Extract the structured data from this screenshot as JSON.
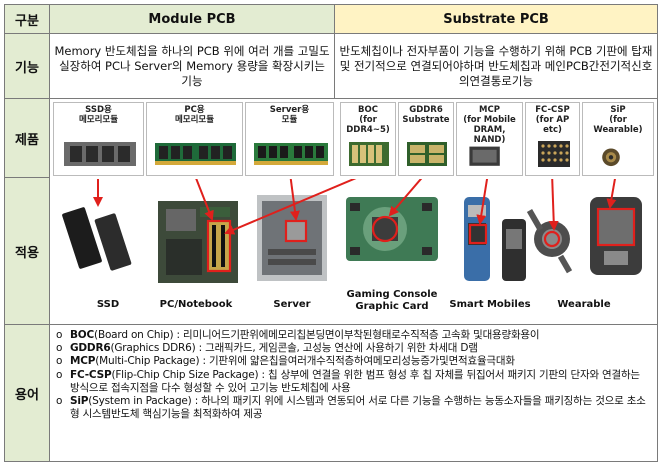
{
  "header": {
    "col0": "구분",
    "module": "Module PCB",
    "substrate": "Substrate PCB"
  },
  "rows": {
    "function_label": "기능",
    "product_label": "제품",
    "application_label": "적용",
    "terms_label": "용어"
  },
  "function": {
    "module_text": "Memory 반도체칩을 하나의 PCB 위에 여러 개를 고밀도 실장하여 PC나 Server의 Memory 용량을 확장시키는 기능",
    "substrate_text": "반도체칩이나 전자부품이 기능을 수행하기 위해 PCB 기판에 탑재 및 전기적으로 연결되어야하며 반도체칩과 메인PCB간전기적신호의연결통로기능"
  },
  "products": [
    {
      "label": "SSD용\n메모리모듈",
      "group": "module"
    },
    {
      "label": "PC용\n메모리모듈",
      "group": "module"
    },
    {
      "label": "Server용\n모듈",
      "group": "module"
    },
    {
      "label": "BOC\n(for DDR4~5)",
      "group": "substrate"
    },
    {
      "label": "GDDR6\nSubstrate",
      "group": "substrate"
    },
    {
      "label": "MCP\n(for Mobile\nDRAM, NAND)",
      "group": "substrate"
    },
    {
      "label": "FC-CSP\n(for AP etc)",
      "group": "substrate"
    },
    {
      "label": "SiP\n(for\nWearable)",
      "group": "substrate"
    }
  ],
  "applications": [
    {
      "label": "SSD"
    },
    {
      "label": "PC/Notebook"
    },
    {
      "label": "Server"
    },
    {
      "label": "Gaming Console\nGraphic Card"
    },
    {
      "label": "Smart Mobiles"
    },
    {
      "label": "Wearable"
    }
  ],
  "terms": [
    {
      "bullet": "o",
      "term": "BOC",
      "rest": "(Board on Chip) : 리미니어드기판위에메모리칩본딩면이부착된형태로수직적층 고속화 및대용량화용이"
    },
    {
      "bullet": "o",
      "term": "GDDR6",
      "rest": "(Graphics DDR6) : 그래픽카드, 게임콘솔, 고성능 연산에 사용하기 위한 차세대 D램"
    },
    {
      "bullet": "o",
      "term": "MCP",
      "rest": "(Multi-Chip Package) : 기판위에 얇은칩을여러개수직적층하여메모리성능증가및면적효율극대화"
    },
    {
      "bullet": "o",
      "term": "FC-CSP",
      "rest": "(Flip-Chip Chip Size Package) : 칩 상부에 연결을 위한 범프 형성 후 칩 자체를 뒤집어서 패키지 기판의 단자와 연결하는 방식으로 접속지점을 다수 형성할 수 있어 고기능 반도체칩에 사용"
    },
    {
      "bullet": "o",
      "term": "SiP",
      "rest": "(System in Package) : 하나의 패키지 위에 시스템과 연동되어 서로 다른 기능을 수행하는 능동소자들을 패키징하는 것으로 초소형 시스템반도체 핵심기능을 최적화하여 제공"
    }
  ],
  "colors": {
    "header_module": "#e3ecd2",
    "header_substrate": "#fff3c4",
    "arrow": "#e0201c"
  }
}
